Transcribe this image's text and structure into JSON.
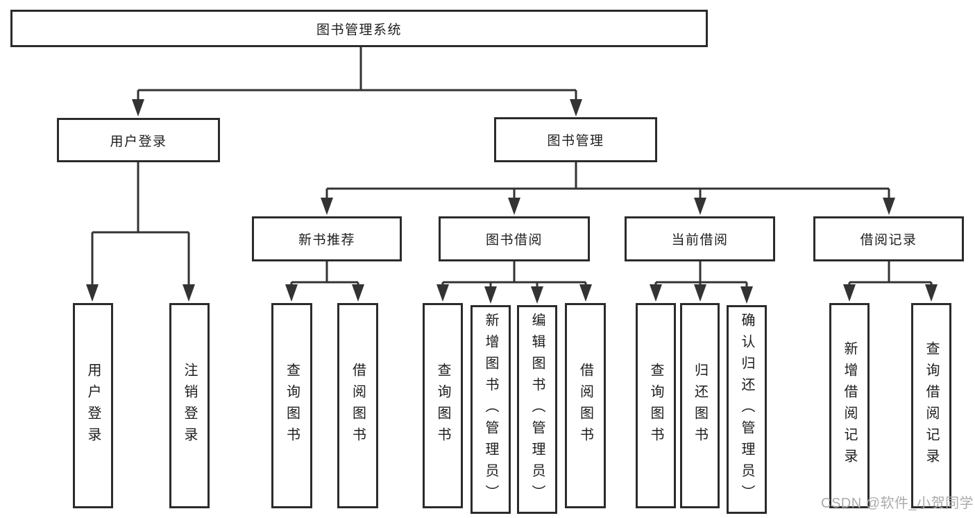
{
  "diagram": {
    "root": {
      "label": "图书管理系统"
    },
    "branches": {
      "user_login": {
        "label": "用户登录",
        "children": [
          {
            "label": "用户登录"
          },
          {
            "label": "注销登录"
          }
        ]
      },
      "book_mgmt": {
        "label": "图书管理",
        "children": [
          {
            "label": "新书推荐",
            "children": [
              {
                "label": "查询图书"
              },
              {
                "label": "借阅图书"
              }
            ]
          },
          {
            "label": "图书借阅",
            "children": [
              {
                "label": "查询图书"
              },
              {
                "label": "新增图书（管理员）"
              },
              {
                "label": "编辑图书（管理员）"
              },
              {
                "label": "借阅图书"
              }
            ]
          },
          {
            "label": "当前借阅",
            "children": [
              {
                "label": "查询图书"
              },
              {
                "label": "归还图书"
              },
              {
                "label": "确认归还（管理员）"
              }
            ]
          },
          {
            "label": "借阅记录",
            "children": [
              {
                "label": "新增借阅记录"
              },
              {
                "label": "查询借阅记录"
              }
            ]
          }
        ]
      }
    }
  },
  "watermark": {
    "text": "CSDN @软件_小贺同学"
  },
  "colors": {
    "line": "#333333",
    "box_border": "#2b2b2b",
    "text": "#1d1d1d",
    "watermark": "#ababab",
    "background": "#ffffff"
  }
}
